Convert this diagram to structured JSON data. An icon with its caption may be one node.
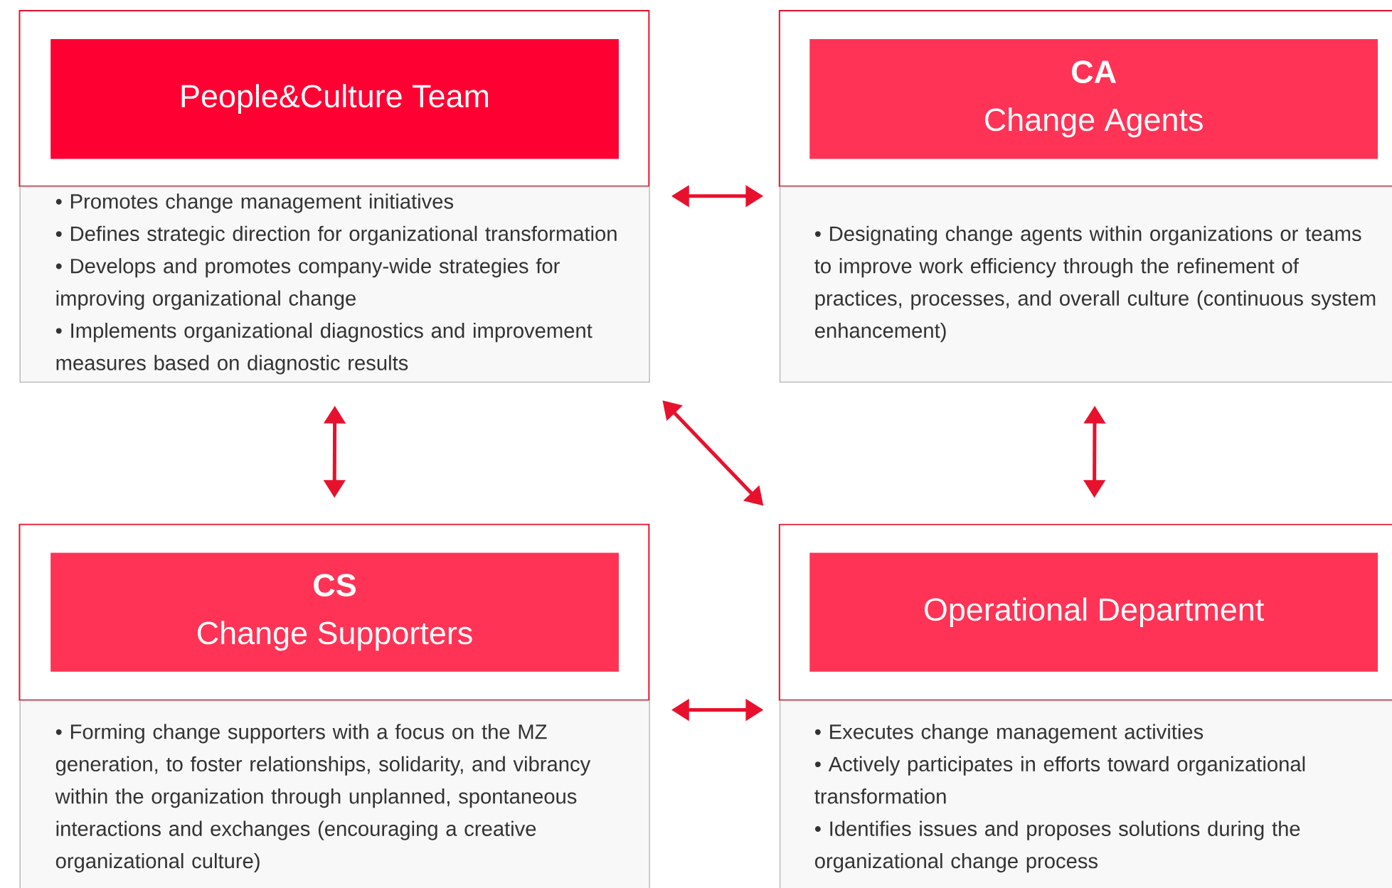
{
  "diagram": {
    "nodes": [
      {
        "text": [],
        "shape": "box"
      },
      {
        "text": [
          "People&Culture Team"
        ],
        "in": 0
      },
      {
        "text": [
          "• Promotes change management initiatives",
          "• Defines strategic direction for organizational transformation",
          "• Develops and promotes company-wide strategies for improving organizational change",
          "• Implements organizational diagnostics and improvement measures based on diagnostic results"
        ]
      },
      {
        "text": [],
        "shape": "box"
      },
      {
        "text": [
          "CA",
          "Change Agents"
        ],
        "in": 3
      },
      {
        "text": [
          "• Designating change agents within organizations or teams to improve work efficiency through the refinement of practices, processes, and overall culture (continuous system enhancement)"
        ]
      },
      {
        "text": [],
        "shape": "box"
      },
      {
        "text": [
          "CS",
          "Change Supporters"
        ],
        "in": 6
      },
      {
        "text": [
          "• Forming change supporters with a focus on the MZ generation, to foster relationships, solidarity, and vibrancy within the organization through unplanned, spontaneous interactions and exchanges (encouraging a creative organizational culture)"
        ]
      },
      {
        "text": [],
        "shape": "box"
      },
      {
        "text": [
          "Operational Department"
        ],
        "in": 9
      },
      {
        "text": [
          "• Executes change management activities",
          "• Actively participates in efforts toward organizational transformation",
          "• Identifies issues and proposes solutions during the organizational change process"
        ]
      }
    ],
    "edges": [
      {
        "from": 2,
        "to": 5,
        "arrow": "both"
      },
      {
        "from": 2,
        "to": 6,
        "arrow": "both"
      },
      {
        "from": 2,
        "to": 9,
        "arrow": "both"
      },
      {
        "from": 5,
        "to": 9,
        "arrow": "both"
      },
      {
        "from": 8,
        "to": 11,
        "arrow": "both"
      }
    ]
  }
}
